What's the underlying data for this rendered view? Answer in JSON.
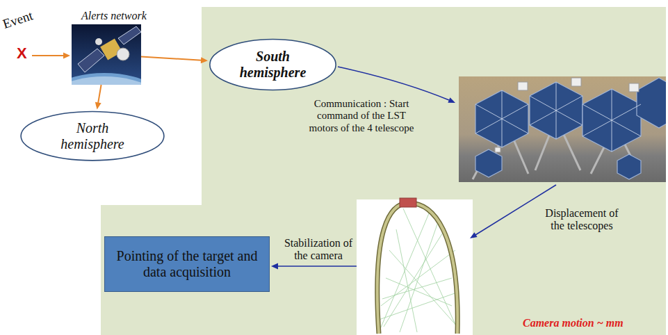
{
  "diagram": {
    "nodes": [
      {
        "text": [
          "Alerts network"
        ]
      },
      {
        "text": [
          "South hemisphere"
        ]
      },
      {
        "text": [
          "North hemisphere"
        ]
      },
      {
        "text": [
          "Pointing of the target and data acquisition"
        ]
      }
    ],
    "edges": [
      {
        "from": 0,
        "to": 2,
        "arrow": "to"
      },
      {
        "from": 0,
        "to": 1,
        "arrow": "to"
      }
    ],
    "labels": [
      "Event",
      "X",
      "Communication : Start command of the LST motors of the 4 telescope",
      "Displacement of the telescopes",
      "Stabilization of the camera",
      "Camera motion ~ mm"
    ]
  }
}
